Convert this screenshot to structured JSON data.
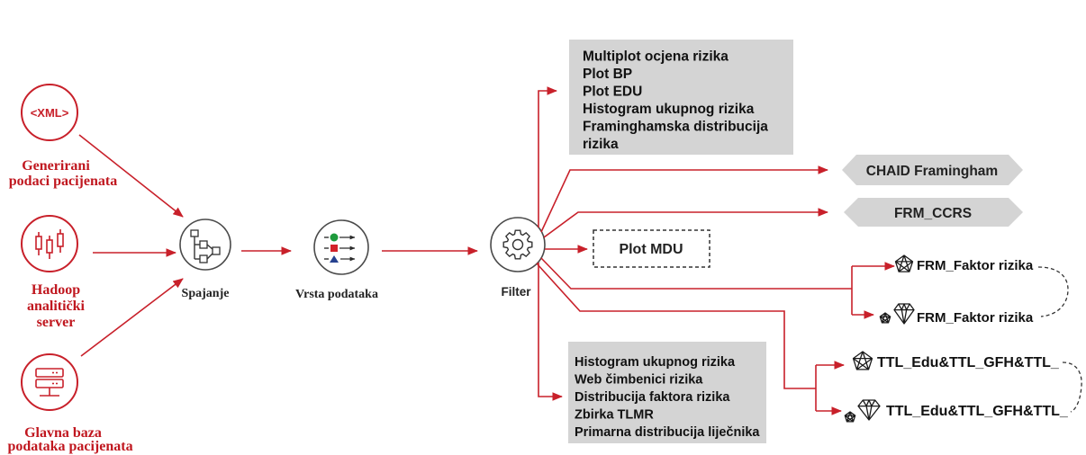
{
  "sources": {
    "xml": {
      "icon": "xml-icon",
      "icon_text": "<XML>",
      "label_lines": [
        "Generirani",
        "podaci pacijenata"
      ]
    },
    "hadoop": {
      "icon": "candlestick-icon",
      "label_lines": [
        "Hadoop",
        "analitički",
        "server"
      ]
    },
    "database": {
      "icon": "server-icon",
      "label_lines": [
        "Glavna baza",
        "podataka pacijenata"
      ]
    }
  },
  "nodes": {
    "merge": {
      "icon": "merge-icon",
      "label": "Spajanje"
    },
    "type": {
      "icon": "data-type-icon",
      "label": "Vrsta podataka"
    },
    "filter": {
      "icon": "gear-icon",
      "label": "Filter"
    }
  },
  "outputs": {
    "graphs_top": [
      "Multiplot ocjena rizika",
      "Plot BP",
      "Plot EDU",
      "Histogram ukupnog rizika",
      "Framinghamska distribucija",
      "rizika"
    ],
    "chaid": "CHAID Framingham",
    "frm_ccrs": "FRM_CCRS",
    "plot_mdu": "Plot MDU",
    "frm_faktor": {
      "model": "FRM_Faktor rizika",
      "nugget": "FRM_Faktor rizika"
    },
    "ttl": {
      "model": "TTL_Edu&TTL_GFH&TTL_",
      "nugget": "TTL_Edu&TTL_GFH&TTL_"
    },
    "graphs_bottom": [
      "Histogram ukupnog rizika",
      "Web čimbenici rizika",
      "Distribucija faktora rizika",
      "Zbirka TLMR",
      "Primarna distribucija liječnika"
    ]
  },
  "icons": {
    "model": "radar-model-icon",
    "nugget": "diamond-nugget-icon"
  },
  "colors": {
    "arrow_red": "#c8202a",
    "label_red": "#c0171f",
    "box_gray": "#d4d4d4",
    "type_circle": "#1e9a3c",
    "type_square": "#d3222a",
    "type_triangle": "#26418f"
  }
}
